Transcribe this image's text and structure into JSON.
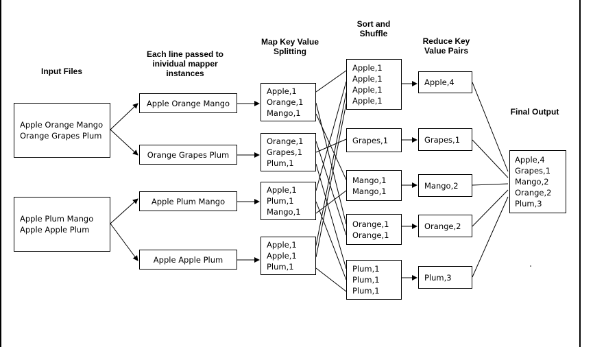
{
  "headers": {
    "input": "Input Files",
    "lines": [
      "Each line passed to",
      "inividual mapper",
      "instances"
    ],
    "map": [
      "Map Key Value",
      "Splitting"
    ],
    "sort": [
      "Sort and",
      "Shuffle"
    ],
    "reduce": [
      "Reduce Key",
      "Value Pairs"
    ],
    "final": "Final Output"
  },
  "input_files": [
    [
      "Apple Orange Mango",
      "Orange Grapes Plum"
    ],
    [
      "Apple Plum Mango",
      "Apple Apple Plum"
    ]
  ],
  "lines": [
    "Apple Orange Mango",
    "Orange Grapes Plum",
    "Apple Plum Mango",
    "Apple Apple Plum"
  ],
  "map_outputs": [
    [
      "Apple,1",
      "Orange,1",
      "Mango,1"
    ],
    [
      "Orange,1",
      "Grapes,1",
      "Plum,1"
    ],
    [
      "Apple,1",
      "Plum,1",
      "Mango,1"
    ],
    [
      "Apple,1",
      "Apple,1",
      "Plum,1"
    ]
  ],
  "shuffle_groups": [
    [
      "Apple,1",
      "Apple,1",
      "Apple,1",
      "Apple,1"
    ],
    [
      "Grapes,1"
    ],
    [
      "Mango,1",
      "Mango,1"
    ],
    [
      "Orange,1",
      "Orange,1"
    ],
    [
      "Plum,1",
      "Plum,1",
      "Plum,1"
    ]
  ],
  "reduce_outputs": [
    "Apple,4",
    "Grapes,1",
    "Mango,2",
    "Orange,2",
    "Plum,3"
  ],
  "final_output": [
    "Apple,4",
    "Grapes,1",
    "Mango,2",
    "Orange,2",
    "Plum,3"
  ]
}
